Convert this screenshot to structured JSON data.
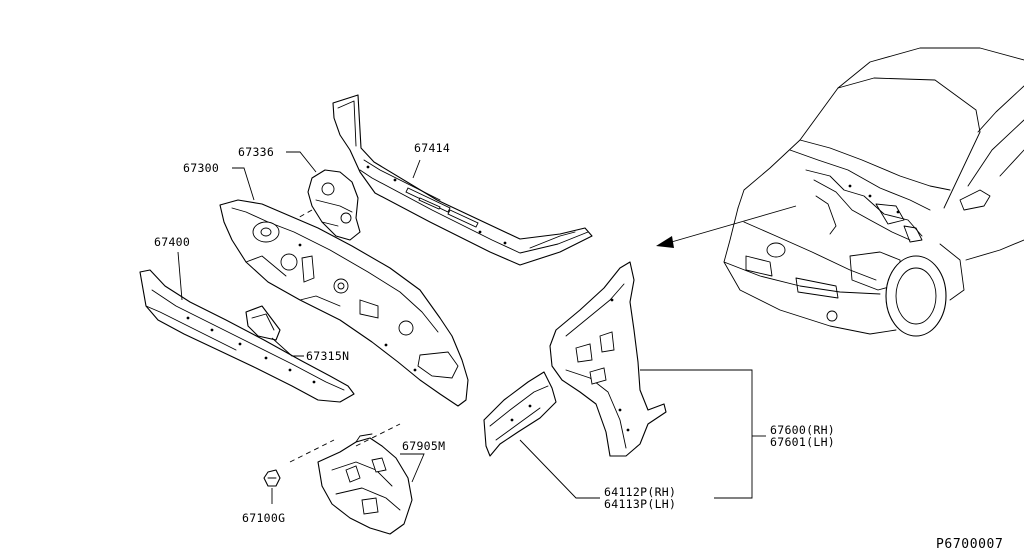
{
  "diagram": {
    "labels": {
      "p67414": "67414",
      "p67336": "67336",
      "p67300": "67300",
      "p67400": "67400",
      "p67315N": "67315N",
      "p67905M": "67905M",
      "p67100G": "67100G",
      "p67600": "67600(RH)",
      "p67601": "67601(LH)",
      "p64112P": "64112P(RH)",
      "p64113P": "64113P(LH)"
    },
    "reference_code": "P6700007"
  }
}
